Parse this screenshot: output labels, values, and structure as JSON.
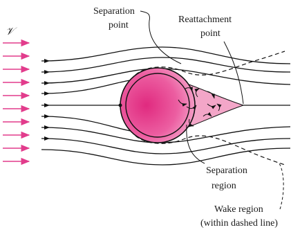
{
  "labels": {
    "velocity_symbol": "𝒱",
    "separation_point": [
      "Separation",
      "point"
    ],
    "reattachment_point": [
      "Reattachment",
      "point"
    ],
    "separation_region": [
      "Separation",
      "region"
    ],
    "wake_region": [
      "Wake region",
      "(within dashed line)"
    ]
  },
  "colors": {
    "inflow_arrow": "#e23c8c",
    "cylinder_fill": "#e8318a",
    "separation_region": "#f3a6c8",
    "line": "#111111"
  },
  "inflow_arrow_count": 10,
  "icons": {
    "inflow": "arrow-right",
    "streamline_head": "arrowhead"
  }
}
